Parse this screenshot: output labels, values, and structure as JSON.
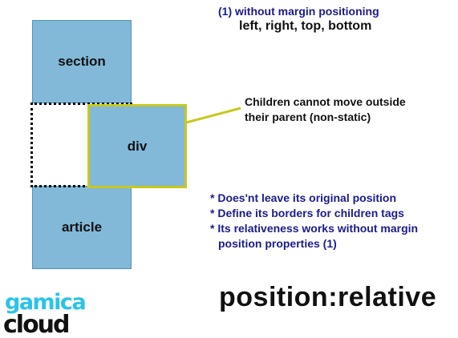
{
  "diagram": {
    "boxes": {
      "section": "section",
      "div": "div",
      "article": "article"
    },
    "note": {
      "title": "(1) without margin positioning",
      "subtitle": "left, right, top, bottom"
    },
    "callout": {
      "line1": "Children cannot move outside",
      "line2": "their parent (non-static)"
    },
    "bullets": [
      "* Does'nt leave its original position",
      "* Define its borders for children tags",
      "* Its relativeness works without margin",
      "position properties (1)"
    ],
    "heading": "position:relative",
    "logo": {
      "line1": "gamica",
      "line2": "cloud"
    },
    "colors": {
      "box_fill": "#82b8d8",
      "highlight_border": "#c8c81e",
      "note_text": "#1b1b8c",
      "logo_top": "#29c4e8",
      "logo_bottom": "#111111"
    }
  }
}
